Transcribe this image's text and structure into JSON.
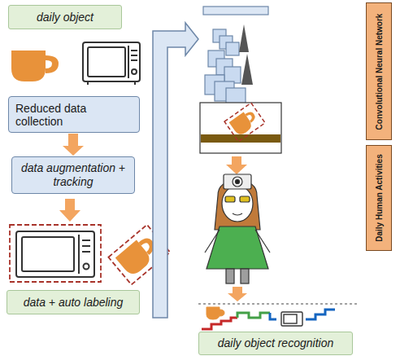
{
  "diagram": {
    "nodes": [
      {
        "text": [
          "daily object"
        ]
      },
      {
        "text": [
          "Reduced data collection"
        ]
      },
      {
        "text": [
          "data augmentation + tracking"
        ]
      },
      {
        "text": [
          "data + auto labeling"
        ]
      },
      {
        "text": [
          "Convolutional Neural Network"
        ]
      },
      {
        "text": [
          "Daily Human Activities"
        ]
      },
      {
        "text": [
          "daily object recognition"
        ]
      }
    ],
    "edges": [
      {
        "from": 1,
        "to": 2,
        "arrow": "to"
      }
    ]
  }
}
